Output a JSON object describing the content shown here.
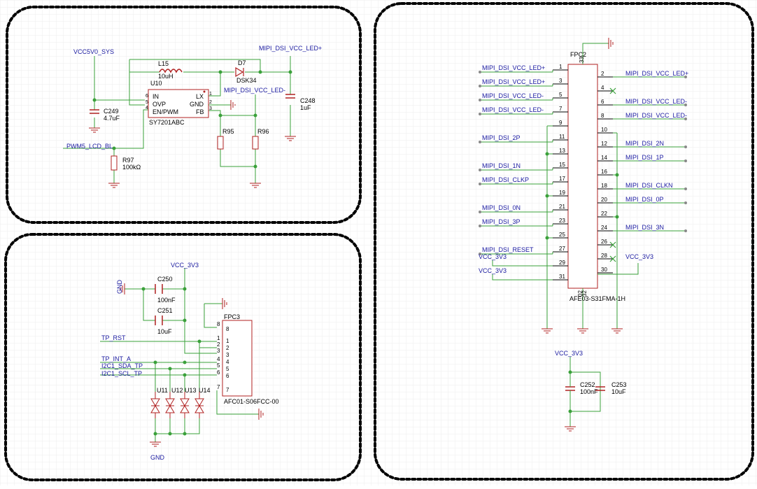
{
  "colors": {
    "wire": "#3aa03a",
    "part": "#b02020",
    "label": "#1a1aa0",
    "pin": "#000000",
    "grid": "#eeeeee",
    "frame": "#000000",
    "noconnect": "#3aa03a"
  },
  "blocks": {
    "led_driver": {
      "vcc5v0": "VCC5V0_SYS",
      "inductor_ref": "L15",
      "inductor_val": "10uH",
      "diode_ref": "D7",
      "diode_val": "DSK34",
      "net_led_plus": "MIPI_DSI_VCC_LED+",
      "net_led_minus": "MIPI_DSI_VCC_LED-",
      "ic_ref": "U10",
      "ic_part": "SY7201ABC",
      "pin_in": "IN",
      "pin_ovp": "OVP",
      "pin_en": "EN/PWM",
      "pin_lx": "LX",
      "pin_gnd": "GND",
      "pin_fb": "FB",
      "pin_in_num": "6",
      "pin_ovp_num": "5",
      "pin_en_num": "4",
      "pin_lx_num": "1",
      "pin_gnd_num": "2",
      "pin_fb_num": "3",
      "c249_ref": "C249",
      "c249_val": "4.7uF",
      "c248_ref": "C248",
      "c248_val": "1uF",
      "r95_ref": "R95",
      "r96_ref": "R96",
      "r97_ref": "R97",
      "r97_val": "100kΩ",
      "pwm_net": "PWM5_LCD_BL"
    },
    "touch": {
      "vcc3v3": "VCC_3V3",
      "gnd": "GND",
      "c250_ref": "C250",
      "c250_val": "100nF",
      "c251_ref": "C251",
      "c251_val": "10uF",
      "conn_ref": "FPC3",
      "conn_part": "AFC01-S06FCC-00",
      "net_rst": "TP_RST",
      "net_int": "TP_INT_A",
      "net_sda": "I2C1_SDA_TP",
      "net_scl": "I2C1_SCL_TP",
      "tvs": [
        "U11",
        "U12",
        "U13",
        "U14"
      ],
      "gnd_bottom": "GND",
      "pin_nums": [
        "8",
        "1",
        "2",
        "3",
        "4",
        "5",
        "6",
        "7"
      ],
      "wire_nums": [
        "1",
        "2",
        "3",
        "4",
        "5",
        "6",
        "7"
      ]
    },
    "mipi": {
      "conn_ref": "FPC2",
      "conn_part": "AFE03-S31FMA-1H",
      "pin_top": "33",
      "pin_bottom_a": "32",
      "pin_bottom_b": "02",
      "left_pins": [
        {
          "num": "1",
          "net": "MIPI_DSI_VCC_LED+"
        },
        {
          "num": "3",
          "net": "MIPI_DSI_VCC_LED+"
        },
        {
          "num": "5",
          "net": "MIPI_DSI_VCC_LED-"
        },
        {
          "num": "7",
          "net": "MIPI_DSI_VCC_LED-"
        },
        {
          "num": "9",
          "net": ""
        },
        {
          "num": "11",
          "net": "MIPI_DSI_2P"
        },
        {
          "num": "13",
          "net": ""
        },
        {
          "num": "15",
          "net": "MIPI_DSI_1N"
        },
        {
          "num": "17",
          "net": "MIPI_DSI_CLKP"
        },
        {
          "num": "19",
          "net": ""
        },
        {
          "num": "21",
          "net": "MIPI_DSI_0N"
        },
        {
          "num": "23",
          "net": "MIPI_DSI_3P"
        },
        {
          "num": "25",
          "net": ""
        },
        {
          "num": "27",
          "net": "MIPI_DSI_RESET"
        },
        {
          "num": "29",
          "net": "VCC_3V3"
        },
        {
          "num": "31",
          "net": "VCC_3V3"
        }
      ],
      "right_pins": [
        {
          "num": "2",
          "net": "MIPI_DSI_VCC_LED+"
        },
        {
          "num": "4",
          "net": ""
        },
        {
          "num": "6",
          "net": "MIPI_DSI_VCC_LED-"
        },
        {
          "num": "8",
          "net": "MIPI_DSI_VCC_LED-"
        },
        {
          "num": "10",
          "net": ""
        },
        {
          "num": "12",
          "net": "MIPI_DSI_2N"
        },
        {
          "num": "14",
          "net": "MIPI_DSI_1P"
        },
        {
          "num": "16",
          "net": ""
        },
        {
          "num": "18",
          "net": "MIPI_DSI_CLKN"
        },
        {
          "num": "20",
          "net": "MIPI_DSI_0P"
        },
        {
          "num": "22",
          "net": ""
        },
        {
          "num": "24",
          "net": "MIPI_DSI_3N"
        },
        {
          "num": "26",
          "net": ""
        },
        {
          "num": "28",
          "net": ""
        },
        {
          "num": "30",
          "net": "VCC_3V3"
        }
      ],
      "vcc3v3": "VCC_3V3",
      "c252_ref": "C252",
      "c252_val": "100nF",
      "c253_ref": "C253",
      "c253_val": "10uF"
    }
  }
}
